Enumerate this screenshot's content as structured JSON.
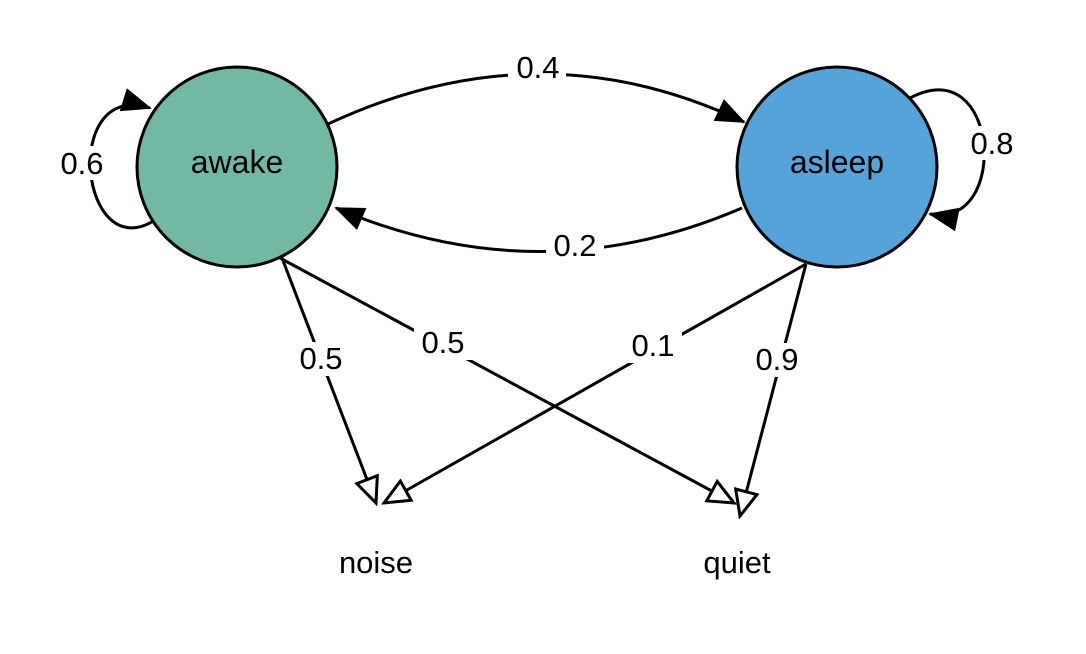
{
  "states": {
    "awake": {
      "label": "awake",
      "color": "#72b9a5"
    },
    "asleep": {
      "label": "asleep",
      "color": "#56a3d9"
    }
  },
  "observations": {
    "noise": {
      "label": "noise"
    },
    "quiet": {
      "label": "quiet"
    }
  },
  "transitions": {
    "awake_awake": "0.6",
    "awake_asleep": "0.4",
    "asleep_awake": "0.2",
    "asleep_asleep": "0.8"
  },
  "emissions": {
    "awake_noise": "0.5",
    "awake_quiet": "0.5",
    "asleep_noise": "0.1",
    "asleep_quiet": "0.9"
  },
  "colors": {
    "line": "#000000",
    "background": "#ffffff"
  }
}
